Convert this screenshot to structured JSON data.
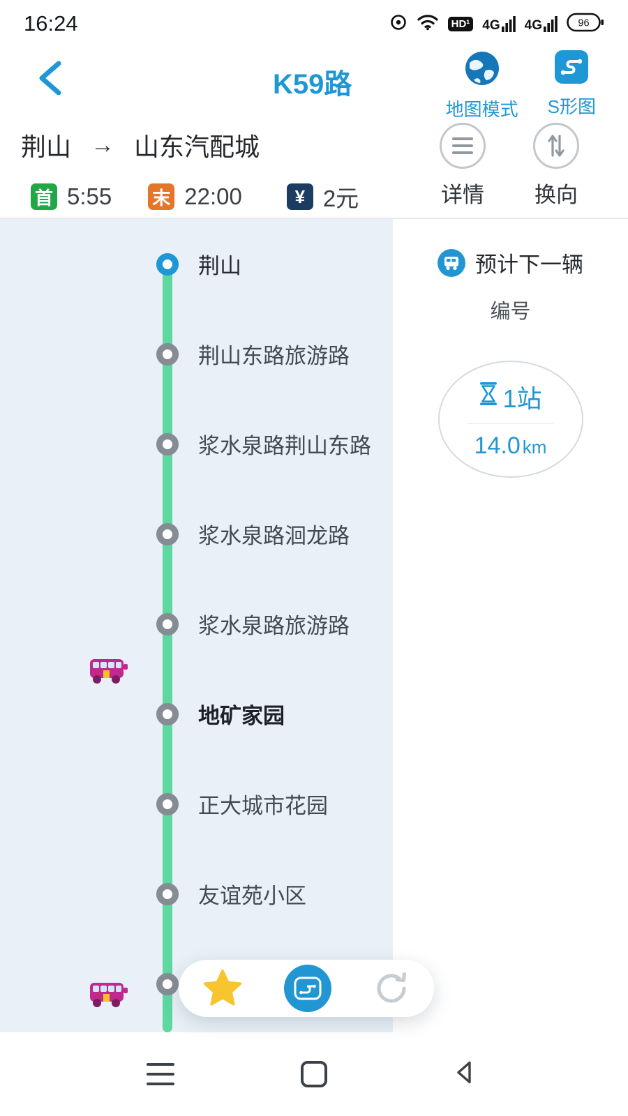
{
  "status_bar": {
    "time": "16:24",
    "hd": "HD",
    "net1": "4G",
    "net2": "4G",
    "battery": "96"
  },
  "header": {
    "title": "K59路",
    "map_mode_label": "地图模式",
    "s_diagram_label": "S形图"
  },
  "route_bar": {
    "origin": "荆山",
    "arrow": "→",
    "destination": "山东汽配城",
    "first_badge": "首",
    "first_time": "5:55",
    "last_badge": "末",
    "last_time": "22:00",
    "fare_symbol": "¥",
    "fare": "2元",
    "details_label": "详情",
    "reverse_label": "换向"
  },
  "stops": [
    {
      "name": "荆山",
      "start": true
    },
    {
      "name": "荆山东路旅游路"
    },
    {
      "name": "浆水泉路荆山东路"
    },
    {
      "name": "浆水泉路洄龙路"
    },
    {
      "name": "浆水泉路旅游路"
    },
    {
      "name": "地矿家园",
      "current": true
    },
    {
      "name": "正大城市花园"
    },
    {
      "name": "友谊苑小区"
    },
    {
      "name": ""
    }
  ],
  "buses": [
    {
      "at_index": 4.5
    },
    {
      "at_index": 8.1
    }
  ],
  "next_bus": {
    "header": "预计下一辆",
    "sub_header": "编号",
    "stops_away": "1站",
    "distance_value": "14.0",
    "distance_unit": "km"
  },
  "colors": {
    "accent_blue": "#1e97d6",
    "panel_blue": "#e9f0f7",
    "route_green": "#5ed7a0",
    "first_green": "#23a648",
    "last_orange": "#e4762c",
    "fare_navy": "#1d3c62",
    "star_yellow": "#f7c52d",
    "bus_magenta": "#c0278f"
  }
}
